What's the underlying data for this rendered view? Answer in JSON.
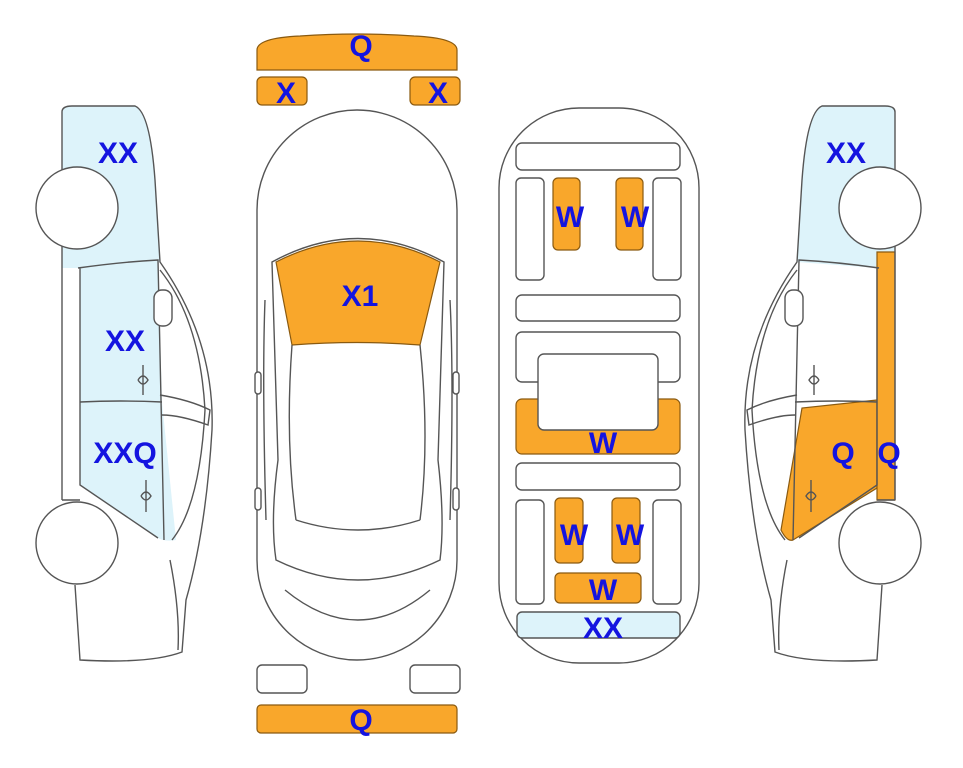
{
  "colors": {
    "damage_orange": "#F9A72B",
    "damage_blue": "#DDF3FA",
    "label": "#1414E0"
  },
  "left_view": {
    "upper": "XX",
    "front_door": "XX",
    "rear_door": "XXQ"
  },
  "top_view": {
    "front_bumper": "Q",
    "left_light": "X",
    "right_light": "X",
    "windshield": "X1",
    "rear_bumper": "Q"
  },
  "underbody": {
    "front_left": "W",
    "front_right": "W",
    "middle": "W",
    "rear_left": "W",
    "rear_right": "W",
    "rear_bar": "W",
    "rear_panel": "XX"
  },
  "right_view": {
    "upper": "XX",
    "door": "Q",
    "pillar": "Q"
  }
}
